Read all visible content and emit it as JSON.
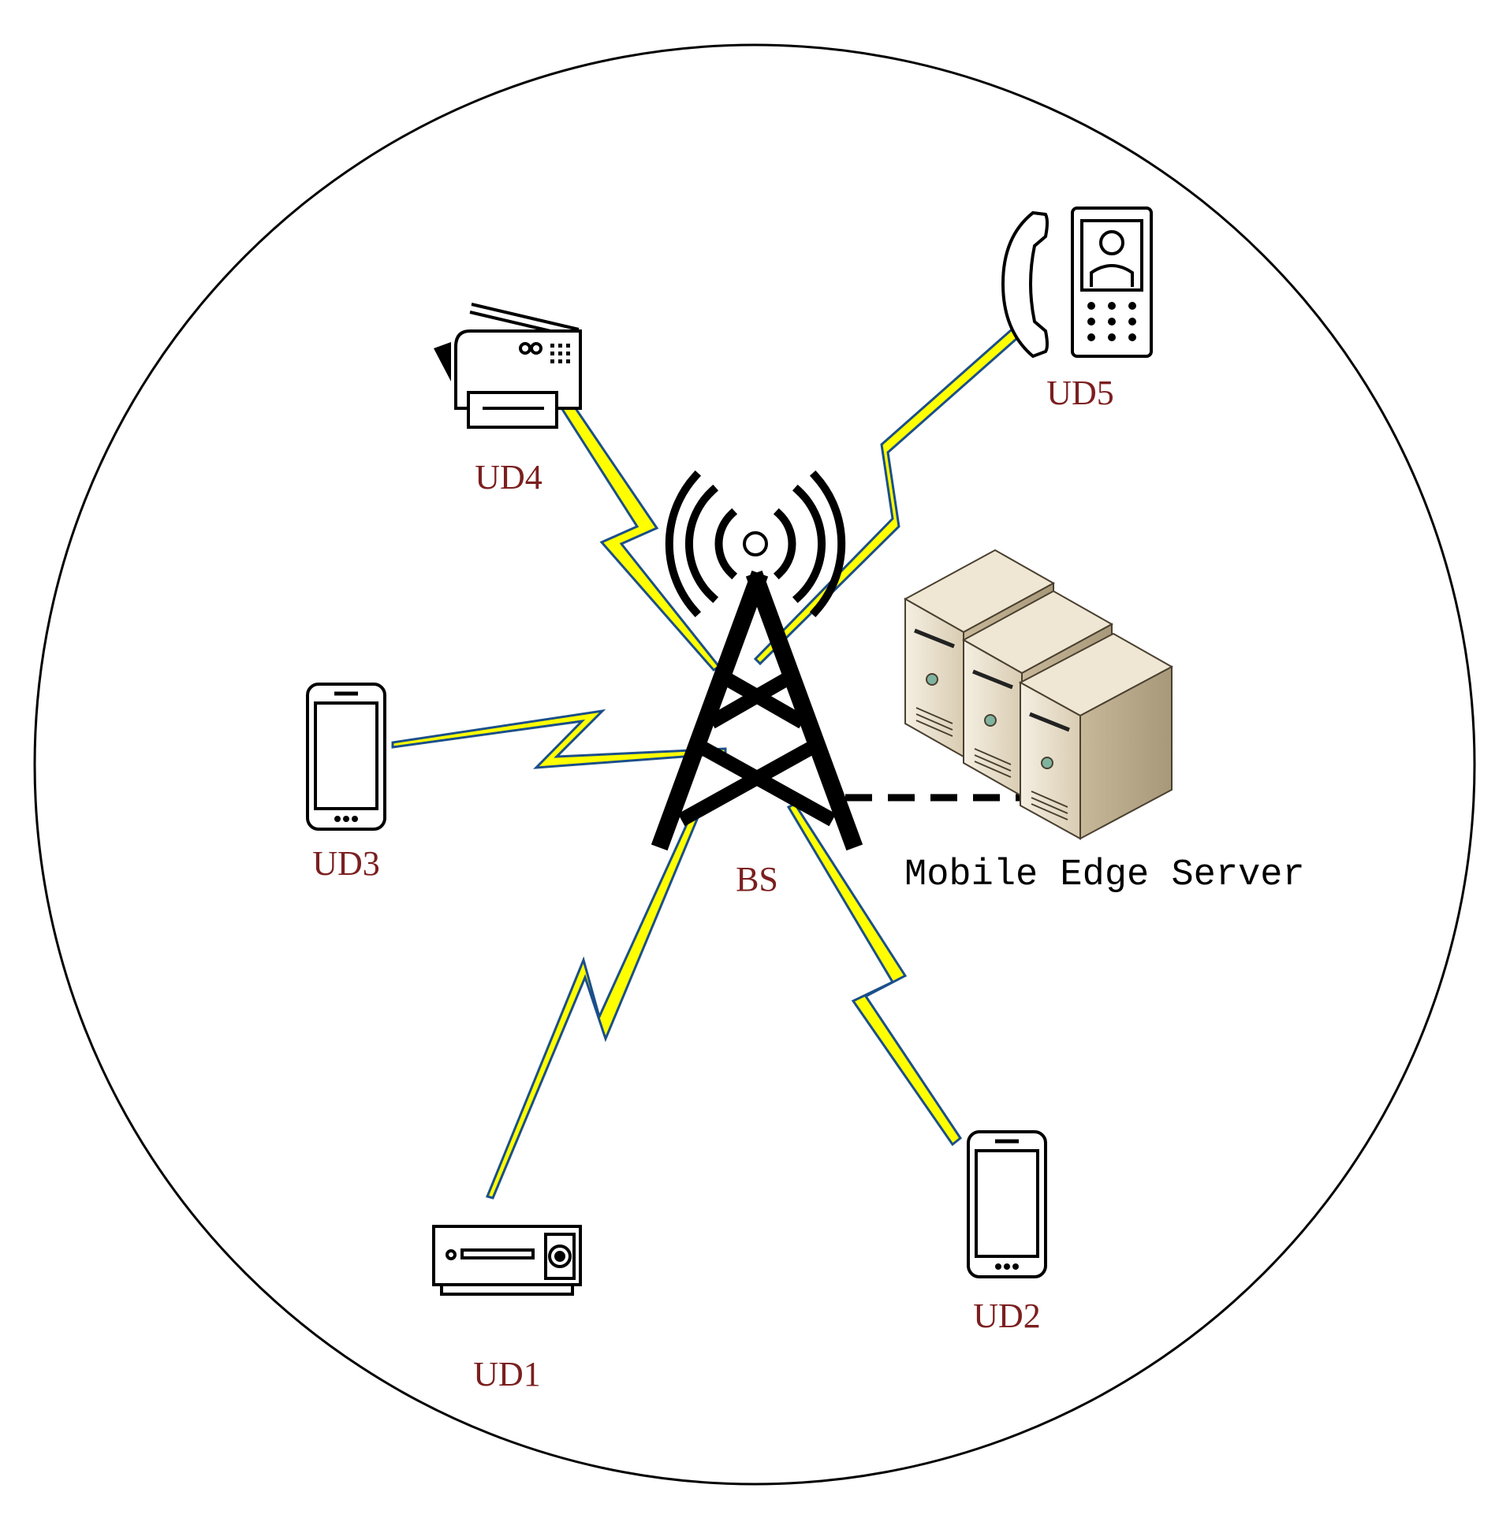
{
  "labels": {
    "base_station": "BS",
    "server": "Mobile Edge Server",
    "ud1": "UD1",
    "ud2": "UD2",
    "ud3": "UD3",
    "ud4": "UD4",
    "ud5": "UD5"
  },
  "devices": [
    {
      "id": "UD1",
      "icon": "set-top-box-icon"
    },
    {
      "id": "UD2",
      "icon": "smartphone-icon"
    },
    {
      "id": "UD3",
      "icon": "smartphone-icon"
    },
    {
      "id": "UD4",
      "icon": "fax-printer-icon"
    },
    {
      "id": "UD5",
      "icon": "video-intercom-phone-icon"
    }
  ],
  "colors": {
    "label": "#7b1f1f",
    "link_line": "#1b4f8a",
    "lightning": "#ffff00",
    "outline": "#000000",
    "server_fill": "#e7dcc6"
  }
}
